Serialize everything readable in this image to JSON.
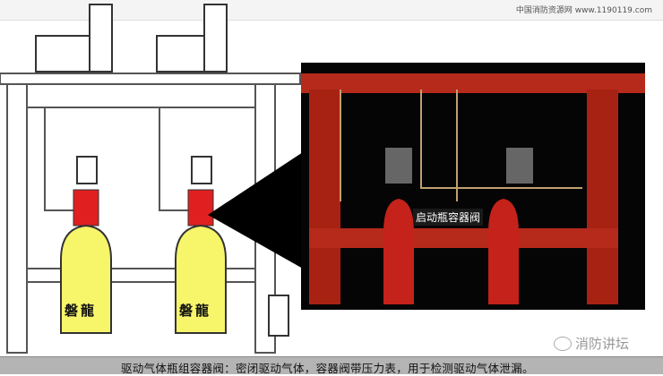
{
  "header": {
    "site_text": "中国消防资源网 www.1190119.com"
  },
  "diagram": {
    "bottle_labels": [
      "磐龍",
      "磐龍"
    ],
    "callout_label": "启动瓶容器阀",
    "colors": {
      "bottle": "#f7f56a",
      "valve": "#e02020",
      "frame": "#b52a1a",
      "render_bg": "#050505"
    }
  },
  "watermark": {
    "text": "消防讲坛"
  },
  "caption": {
    "text": "驱动气体瓶组容器阀：密闭驱动气体，容器阀带压力表，用于检测驱动气体泄漏。"
  }
}
